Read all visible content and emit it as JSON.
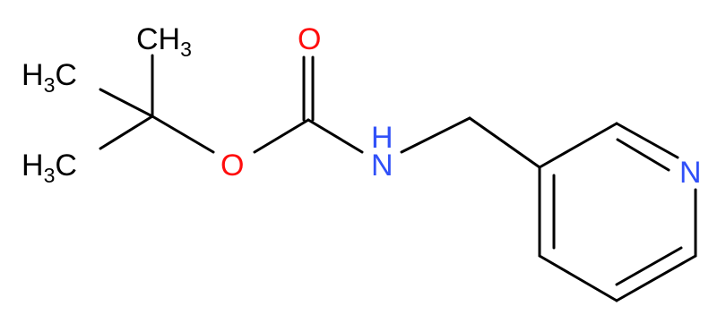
{
  "molecule": {
    "methyl_top": {
      "main": "CH",
      "sub": "3"
    },
    "methyl_upper_left": {
      "main": "H",
      "sub": "3",
      "end": "C"
    },
    "methyl_lower_left": {
      "main": "H",
      "sub": "3",
      "end": "C"
    },
    "carbonyl_oxygen": "O",
    "ester_oxygen": "O",
    "amide_nitrogen": "N",
    "amide_hydrogen": "H",
    "pyridine_nitrogen": "N"
  },
  "colors": {
    "bond": "#000000",
    "carbon_label": "#000000",
    "oxygen_label": "#ff0d0d",
    "nitrogen_label": "#3050f8"
  }
}
